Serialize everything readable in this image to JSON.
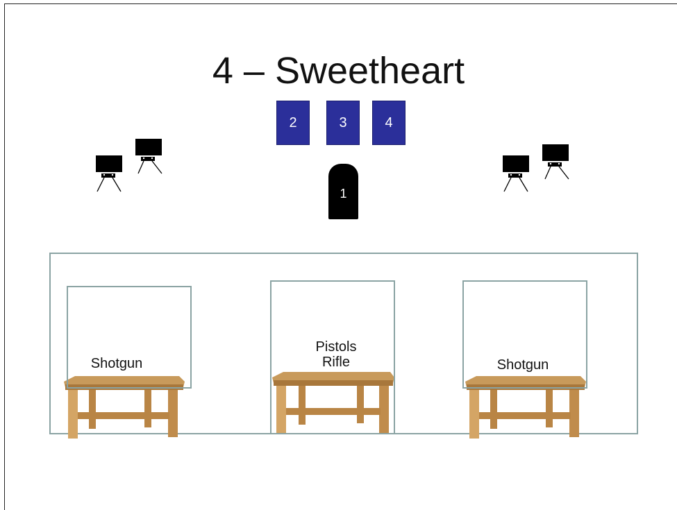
{
  "slide": {
    "title": "4 – Sweetheart"
  },
  "targets": [
    {
      "label": "2"
    },
    {
      "label": "3"
    },
    {
      "label": "4"
    }
  ],
  "start": {
    "label": "1"
  },
  "stations": [
    {
      "label": "Shotgun"
    },
    {
      "label": "Pistols\nRifle"
    },
    {
      "label": "Shotgun"
    }
  ],
  "colors": {
    "target_blue": "#2b2f9a",
    "station_border": "#8aa3a3",
    "table_wood": "#c89a5b"
  }
}
